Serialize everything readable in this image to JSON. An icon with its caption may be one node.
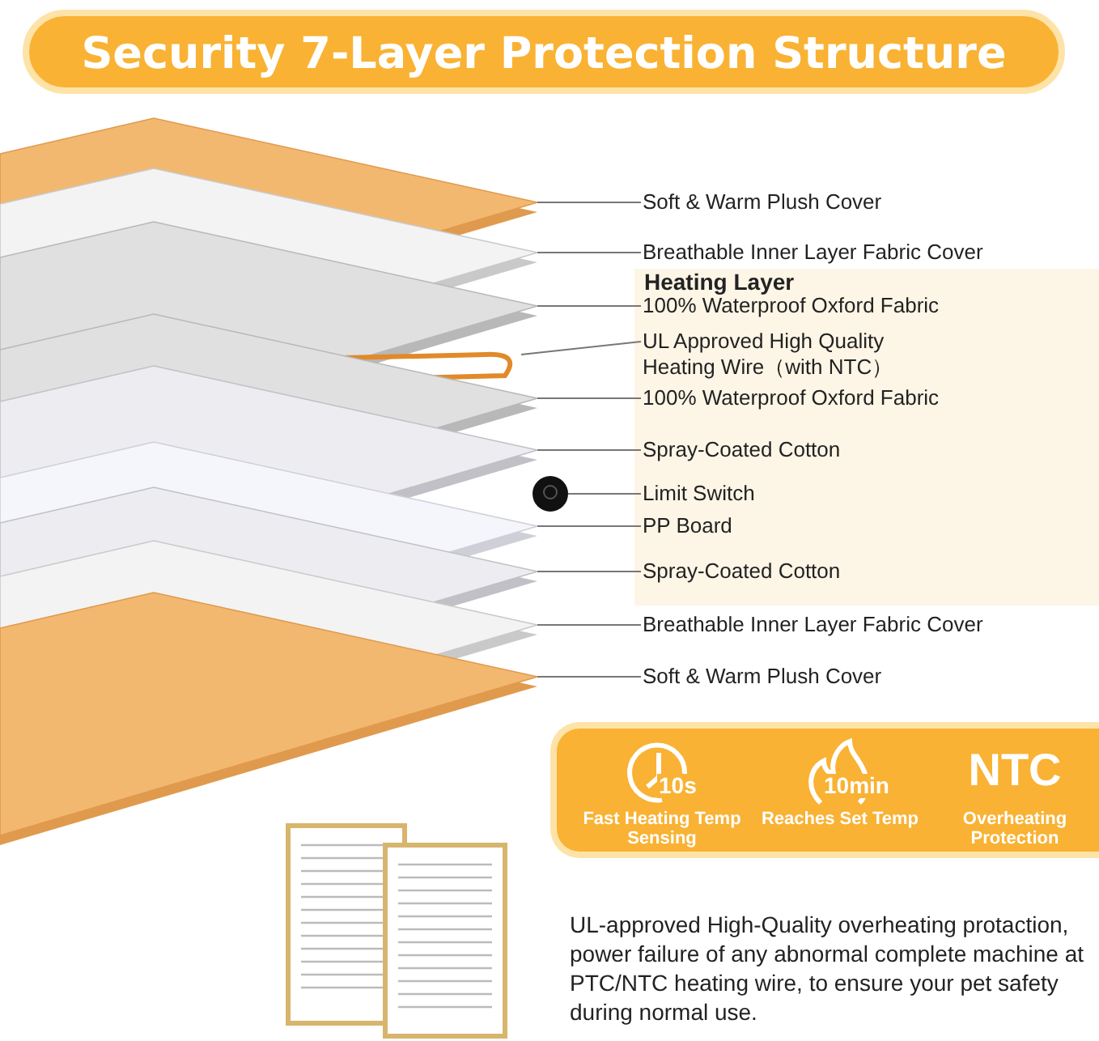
{
  "diagram": {
    "title": "Security 7-Layer Protection Structure",
    "nodes": [
      {
        "text": [
          "Soft & Warm Plush Cover"
        ]
      },
      {
        "text": [
          "Breathable Inner Layer Fabric Cover"
        ]
      },
      {
        "text": [
          "Heating Layer"
        ]
      },
      {
        "text": [
          "100% Waterproof Oxford Fabric"
        ],
        "in": 2
      },
      {
        "text": [
          "UL Approved High Quality Heating Wire（with NTC）"
        ],
        "in": 2
      },
      {
        "text": [
          "100% Waterproof Oxford Fabric"
        ],
        "in": 2
      },
      {
        "text": [
          "Spray-Coated Cotton"
        ],
        "in": 2
      },
      {
        "text": [
          "Limit Switch"
        ],
        "in": 2
      },
      {
        "text": [
          "PP Board"
        ],
        "in": 2
      },
      {
        "text": [
          "Spray-Coated Cotton"
        ],
        "in": 2
      },
      {
        "text": [
          "Breathable Inner Layer Fabric Cover"
        ]
      },
      {
        "text": [
          "Soft & Warm Plush Cover"
        ]
      },
      {
        "text": [],
        "shape": "box"
      },
      {
        "text": [],
        "shape": "box"
      },
      {
        "text": [],
        "shape": "box"
      },
      {
        "text": [],
        "shape": "picture"
      },
      {
        "text": [],
        "shape": "box"
      },
      {
        "text": [],
        "shape": "box"
      },
      {
        "text": [],
        "shape": "circle"
      },
      {
        "text": [],
        "shape": "box"
      },
      {
        "text": [],
        "shape": "box"
      },
      {
        "text": [],
        "shape": "box"
      },
      {
        "text": [],
        "shape": "box"
      },
      {
        "text": [],
        "shape": "box"
      },
      {
        "text": [
          "10s",
          "Fast Heating Temp Sensing"
        ],
        "in": 23
      },
      {
        "text": [
          "10min",
          "Reaches Set Temp"
        ],
        "in": 23
      },
      {
        "text": [
          "NTC",
          "Overheating Protection"
        ],
        "in": 23
      }
    ],
    "edges": [
      {
        "from": 0,
        "to": 12,
        "arrow": "none"
      },
      {
        "from": 1,
        "to": 13,
        "arrow": "none"
      },
      {
        "from": 3,
        "to": 14,
        "arrow": "none"
      },
      {
        "from": 4,
        "to": 15,
        "arrow": "none"
      },
      {
        "from": 5,
        "to": 16,
        "arrow": "none"
      },
      {
        "from": 6,
        "to": 17,
        "arrow": "none"
      },
      {
        "from": 7,
        "to": 18,
        "arrow": "none"
      },
      {
        "from": 8,
        "to": 19,
        "arrow": "none"
      },
      {
        "from": 9,
        "to": 20,
        "arrow": "none"
      },
      {
        "from": 10,
        "to": 21,
        "arrow": "none"
      },
      {
        "from": 11,
        "to": 22,
        "arrow": "none"
      }
    ],
    "labels": [
      "UL-approved High-Quality overheating protaction, power failure of any abnormal complete machine at PTC/NTC heating wire, to ensure your pet safety during normal use."
    ]
  }
}
